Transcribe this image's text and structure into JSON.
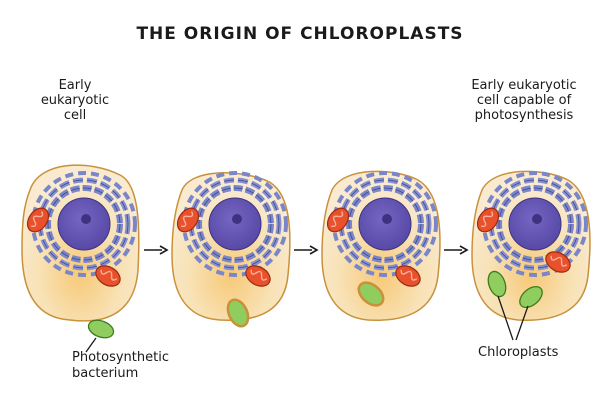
{
  "title": "THE ORIGIN OF CHLOROPLASTS",
  "labels": {
    "start_cell": [
      "Early",
      "eukaryotic",
      "cell"
    ],
    "end_cell": [
      "Early eukaryotic",
      "cell capable of",
      "photosynthesis"
    ],
    "bacterium": [
      "Photosynthetic",
      "bacterium"
    ],
    "chloroplasts": "Chloroplasts"
  },
  "colors": {
    "cytoplasm": "#f8e2b6",
    "cell_outline": "#c9913a",
    "nucleus": "#6a5bb5",
    "er": "#7b86c8",
    "mitochondria": "#e8512c",
    "chloroplast": "#8fce5e"
  }
}
